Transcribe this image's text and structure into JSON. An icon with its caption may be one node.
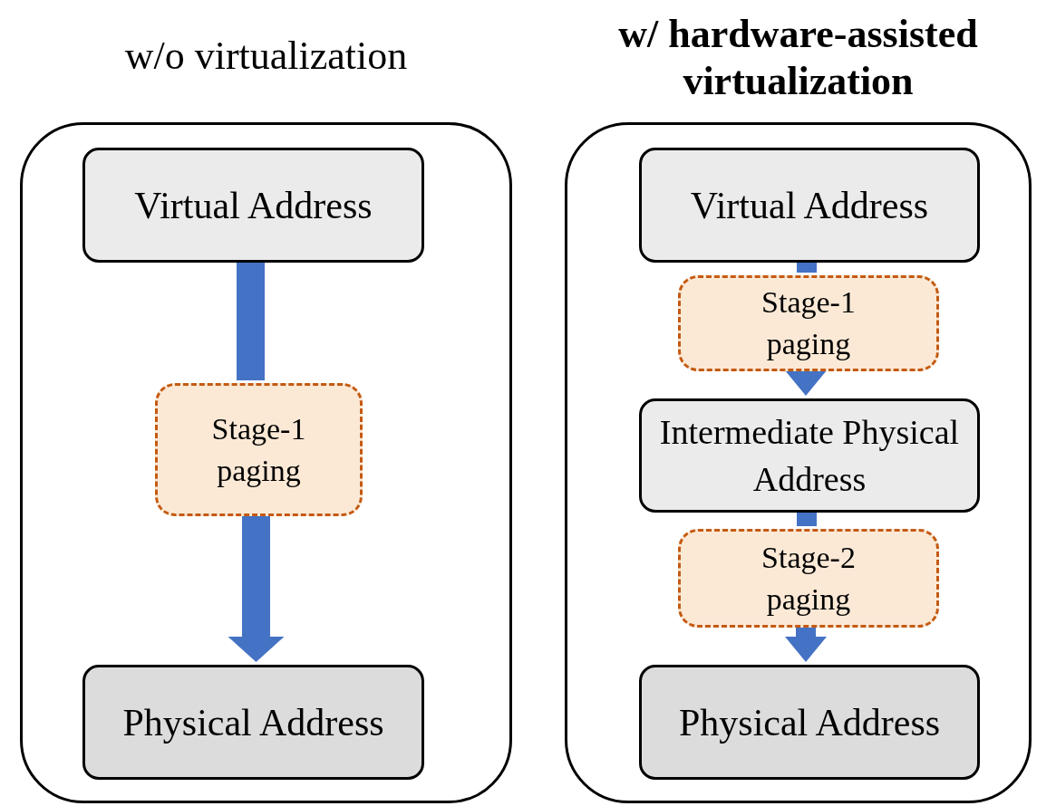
{
  "diagram": {
    "nodes": [
      {
        "text": [
          "w/o virtualization"
        ]
      },
      {
        "text": [
          "Virtual Address"
        ],
        "in": 0
      },
      {
        "text": [
          "Stage-1 paging"
        ],
        "in": 0
      },
      {
        "text": [
          "Physical Address"
        ],
        "in": 0
      },
      {
        "text": [
          "w/ hardware-assisted virtualization"
        ]
      },
      {
        "text": [
          "Virtual Address"
        ],
        "in": 4
      },
      {
        "text": [
          "Stage-1 paging"
        ],
        "in": 4
      },
      {
        "text": [
          "Intermediate Physical Address"
        ],
        "in": 4
      },
      {
        "text": [
          "Stage-2 paging"
        ],
        "in": 4
      },
      {
        "text": [
          "Physical Address"
        ],
        "in": 4
      }
    ],
    "edges": [
      {
        "from": 1,
        "to": 2,
        "arrow": "none"
      },
      {
        "from": 2,
        "to": 3,
        "arrow": "to"
      },
      {
        "from": 5,
        "to": 6,
        "arrow": "none"
      },
      {
        "from": 6,
        "to": 7,
        "arrow": "to"
      },
      {
        "from": 7,
        "to": 8,
        "arrow": "none"
      },
      {
        "from": 8,
        "to": 9,
        "arrow": "to"
      }
    ]
  }
}
